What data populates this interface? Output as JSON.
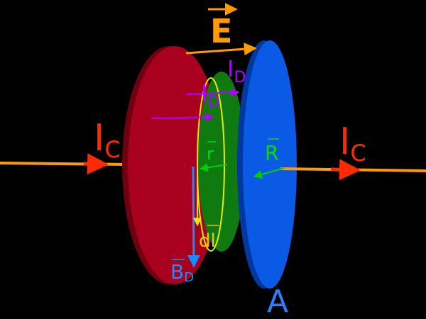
{
  "labels": {
    "e_field": "E",
    "current_left_main": "I",
    "current_left_sub": "C",
    "current_right_main": "I",
    "current_right_sub": "C",
    "displacement_top_main": "I",
    "displacement_top_sub": "D",
    "displacement_mid_main": "I",
    "displacement_mid_sub": "D",
    "small_radius": "r",
    "big_radius": "R",
    "path_element": "dl",
    "magnetic_main": "B",
    "magnetic_sub": "D",
    "area": "A"
  },
  "colors": {
    "background": "#000000",
    "left_plate": "#a8001e",
    "right_plate": "#0a5ae6",
    "green_disk": "#0f7a0f",
    "loop_outline": "#e8e800",
    "wire": "#ff9a00",
    "e_arrow": "#ff9a00",
    "current_arrow": "#ff2a00",
    "displacement_arrow": "#b000ff",
    "r_label": "#00e000",
    "magnetic_arrow": "#1a8cff",
    "dl_label": "#e8c800",
    "area_label": "#2a7fff"
  }
}
